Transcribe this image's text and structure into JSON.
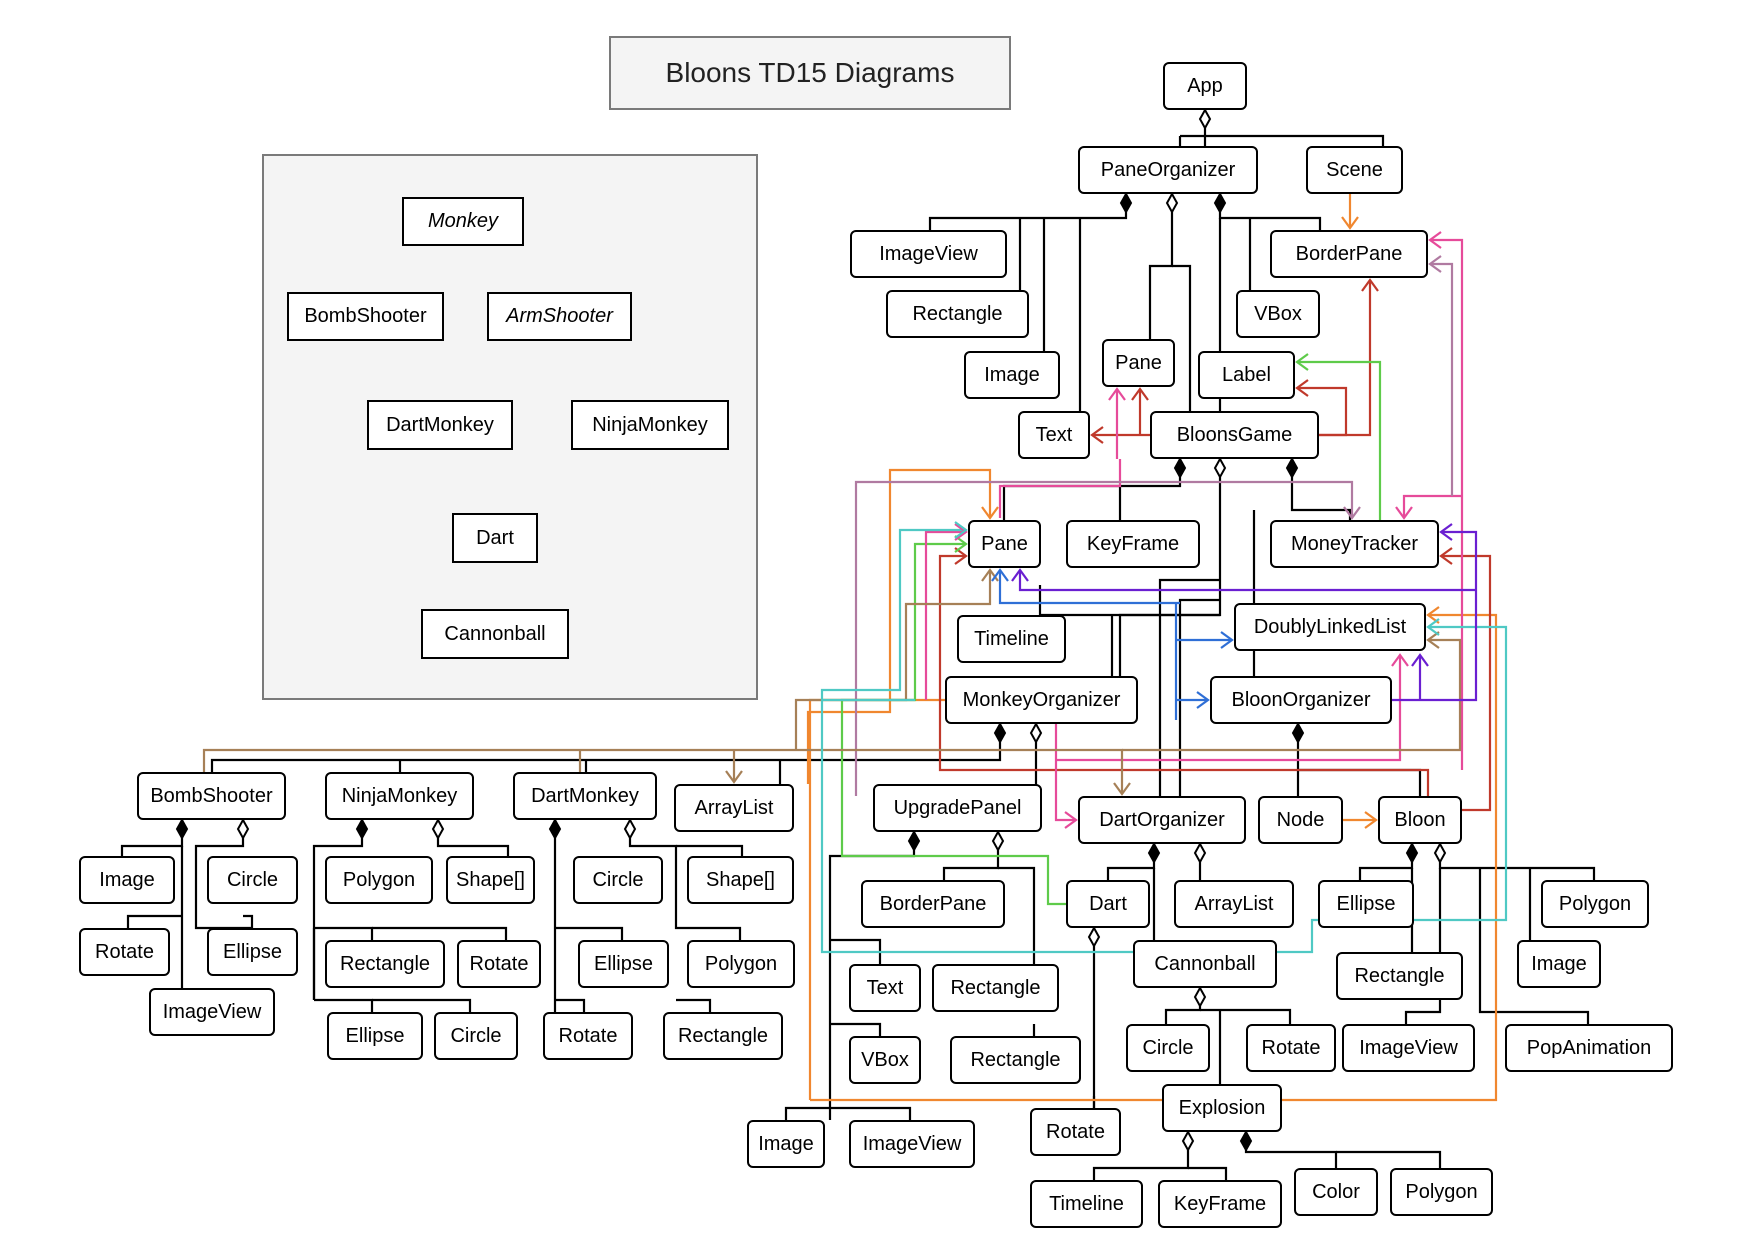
{
  "title": "Bloons TD15 Diagrams",
  "inheritance": {
    "monkey": "Monkey",
    "bomb_shooter": "BombShooter",
    "arm_shooter": "ArmShooter",
    "dart_monkey": "DartMonkey",
    "ninja_monkey": "NinjaMonkey",
    "dart": "Dart",
    "cannonball": "Cannonball"
  },
  "classes": {
    "app": "App",
    "pane_organizer": "PaneOrganizer",
    "scene": "Scene",
    "image_view_top": "ImageView",
    "border_pane_top": "BorderPane",
    "rectangle_top": "Rectangle",
    "vbox_top": "VBox",
    "image_top": "Image",
    "pane_top": "Pane",
    "label": "Label",
    "text_top": "Text",
    "bloons_game": "BloonsGame",
    "pane_mid": "Pane",
    "key_frame_mid": "KeyFrame",
    "money_tracker": "MoneyTracker",
    "timeline_mid": "Timeline",
    "doubly_linked_list": "DoublyLinkedList",
    "monkey_organizer": "MonkeyOrganizer",
    "bloon_organizer": "BloonOrganizer",
    "bomb_shooter": "BombShooter",
    "ninja_monkey": "NinjaMonkey",
    "dart_monkey": "DartMonkey",
    "array_list_mo": "ArrayList",
    "upgrade_panel": "UpgradePanel",
    "dart_organizer": "DartOrganizer",
    "node": "Node",
    "bloon": "Bloon",
    "bs_image": "Image",
    "bs_circle": "Circle",
    "bs_rotate": "Rotate",
    "bs_ellipse": "Ellipse",
    "bs_image_view": "ImageView",
    "nm_polygon": "Polygon",
    "nm_shape_array": "Shape[]",
    "nm_rectangle": "Rectangle",
    "nm_rotate": "Rotate",
    "nm_ellipse": "Ellipse",
    "nm_circle": "Circle",
    "dm_circle": "Circle",
    "dm_shape_array": "Shape[]",
    "dm_ellipse": "Ellipse",
    "dm_polygon": "Polygon",
    "dm_rotate": "Rotate",
    "dm_rectangle": "Rectangle",
    "up_border_pane": "BorderPane",
    "up_text": "Text",
    "up_rectangle_1": "Rectangle",
    "up_vbox": "VBox",
    "up_rectangle_2": "Rectangle",
    "up_image": "Image",
    "up_image_view": "ImageView",
    "dart": "Dart",
    "do_array_list": "ArrayList",
    "cannonball": "Cannonball",
    "dart_rotate": "Rotate",
    "cb_circle": "Circle",
    "cb_rotate": "Rotate",
    "explosion": "Explosion",
    "ex_timeline": "Timeline",
    "ex_key_frame": "KeyFrame",
    "ex_color": "Color",
    "ex_polygon": "Polygon",
    "bl_ellipse": "Ellipse",
    "bl_polygon": "Polygon",
    "bl_rectangle": "Rectangle",
    "bl_image": "Image",
    "bl_image_view": "ImageView",
    "bl_pop_animation": "PopAnimation"
  },
  "colors": {
    "composition": "#000000",
    "orange": "#f0872f",
    "red": "#c0392b",
    "green": "#5ecb4a",
    "pink": "#e64b9a",
    "mauve": "#b07aa1",
    "brown": "#a68057",
    "teal": "#4fc9c4",
    "blue": "#2f6fd6",
    "purple": "#6a1fd1",
    "panel_border": "#7a7a7a",
    "panel_fill": "#f4f4f4"
  }
}
